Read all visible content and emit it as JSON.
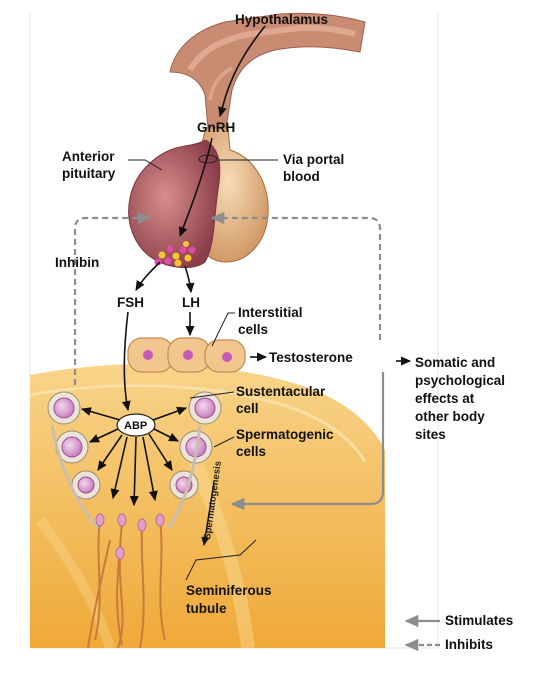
{
  "labels": {
    "hypothalamus": "Hypothalamus",
    "gnrh": "GnRH",
    "anterior_pituitary_1": "Anterior",
    "anterior_pituitary_2": "pituitary",
    "via_portal_1": "Via portal",
    "via_portal_2": "blood",
    "inhibin": "Inhibin",
    "fsh": "FSH",
    "lh": "LH",
    "interstitial_1": "Interstitial",
    "interstitial_2": "cells",
    "testosterone": "Testosterone",
    "somatic_1": "Somatic and",
    "somatic_2": "psychological",
    "somatic_3": "effects at",
    "somatic_4": "other body",
    "somatic_5": "sites",
    "sustentacular_1": "Sustentacular",
    "sustentacular_2": "cell",
    "abp": "ABP",
    "spermatogenic_1": "Spermatogenic",
    "spermatogenic_2": "cells",
    "spermatogenesis": "Spermatogenesis",
    "seminiferous_1": "Seminiferous",
    "seminiferous_2": "tubule"
  },
  "legend": {
    "stimulates": "Stimulates",
    "inhibits": "Inhibits"
  },
  "colors": {
    "tubule": "#f3b24a",
    "tubule_light": "#f9d27e",
    "posterior_pituitary": "#e7b98a",
    "anterior_pituitary": "#b45a5f",
    "hypothalamus": "#c88c74",
    "cell_nucleus": "#c25bb4",
    "arrow": "#111111",
    "dashed": "#8d8d8d"
  }
}
